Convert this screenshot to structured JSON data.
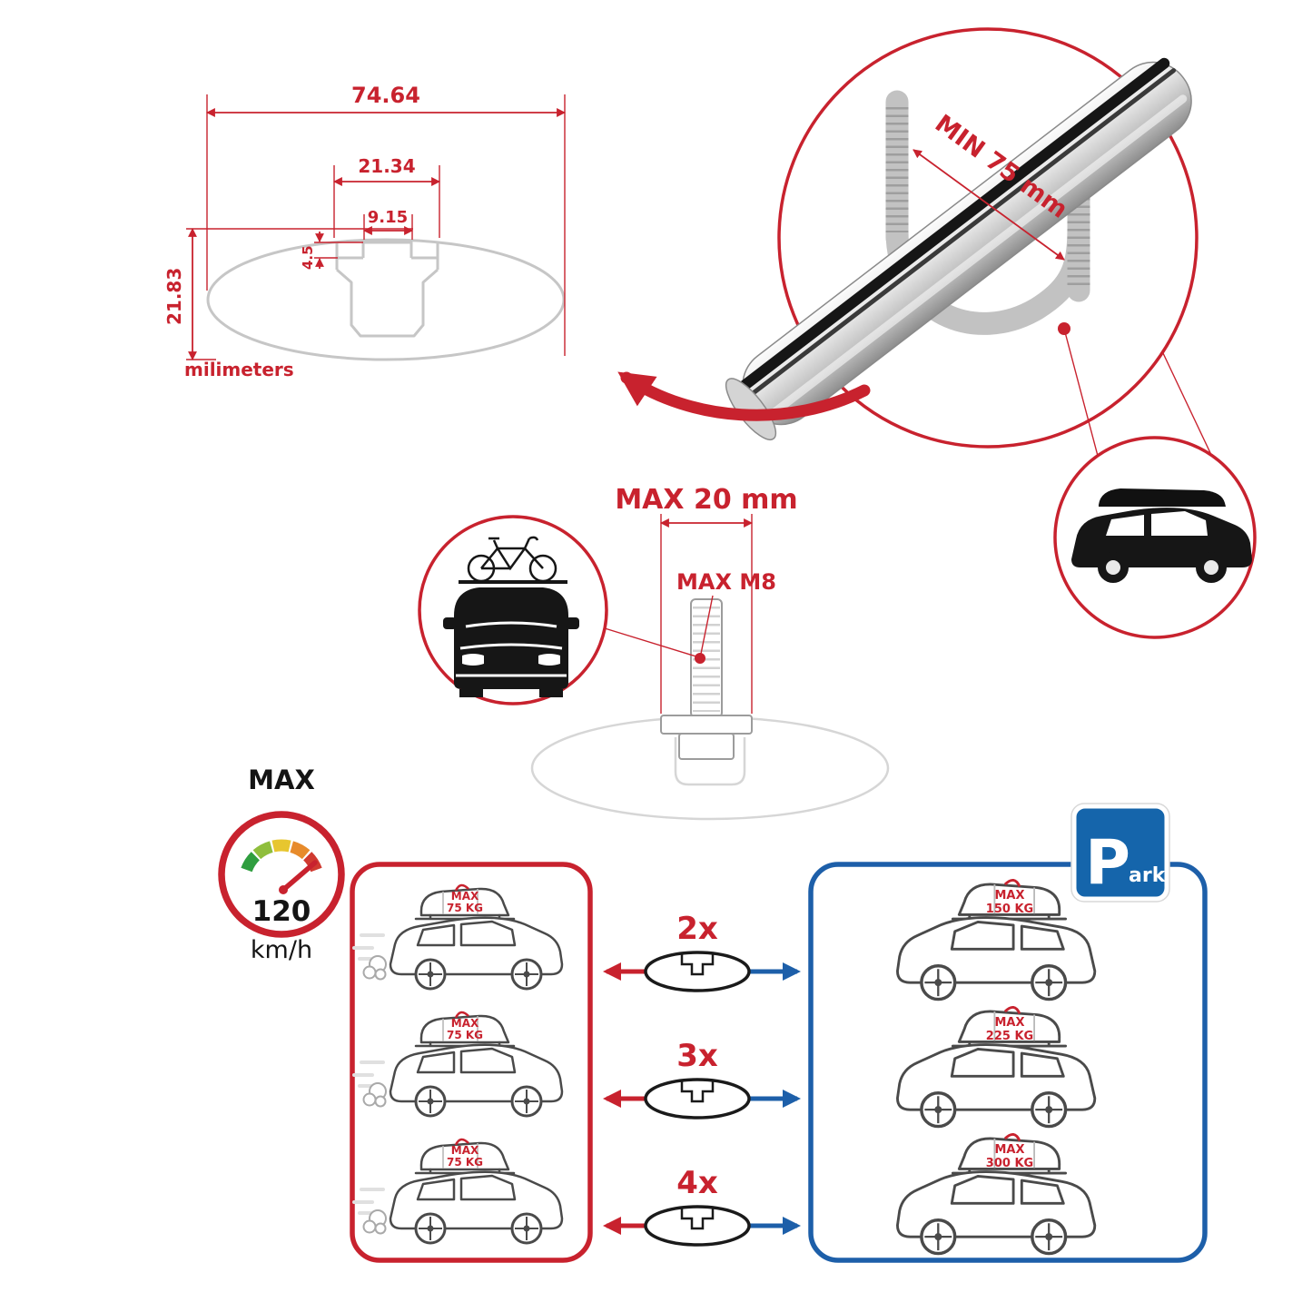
{
  "cross_section": {
    "overall_width": "74.64",
    "channel_width": "21.34",
    "slot_width": "9.15",
    "lip_depth": "4.5",
    "profile_height": "21.83",
    "units_label": "milimeters"
  },
  "bar_callout": {
    "clamp_min_label": "MIN 75 mm"
  },
  "bolt_callout": {
    "length_max_label": "MAX 20 mm",
    "thread_max_label": "MAX M8"
  },
  "speed_limit": {
    "label": "MAX",
    "value": "120",
    "unit": "km/h"
  },
  "driving_panel": {
    "cars": [
      {
        "max_label": "MAX",
        "load": "75 KG"
      },
      {
        "max_label": "MAX",
        "load": "75 KG"
      },
      {
        "max_label": "MAX",
        "load": "75 KG"
      }
    ]
  },
  "parked_panel": {
    "sign_main": "P",
    "sign_rest": "ark",
    "cars": [
      {
        "max_label": "MAX",
        "load": "150 KG"
      },
      {
        "max_label": "MAX",
        "load": "225 KG"
      },
      {
        "max_label": "MAX",
        "load": "300 KG"
      }
    ]
  },
  "multipliers": [
    "2x",
    "3x",
    "4x"
  ],
  "colors": {
    "accent_red": "#c8222e",
    "accent_blue": "#1d5fa9",
    "ghost_gray": "#c9c9c9",
    "ink_black": "#1a1a1a"
  }
}
